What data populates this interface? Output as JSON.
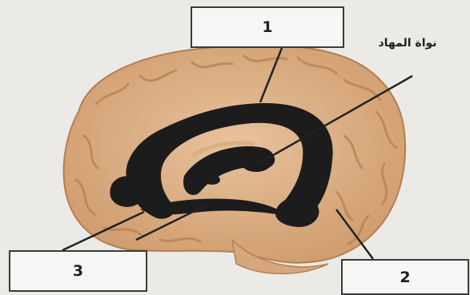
{
  "diagram": {
    "labels": {
      "box1": "1",
      "box2": "2",
      "box3": "3",
      "annotation": "نواة المهاد"
    },
    "colors": {
      "brain_fill": "#ddb28c",
      "brain_fold": "#c58c5e",
      "structure_fill": "#1c1c1c",
      "leader_line": "#222222",
      "background": "#ebeae6"
    }
  }
}
